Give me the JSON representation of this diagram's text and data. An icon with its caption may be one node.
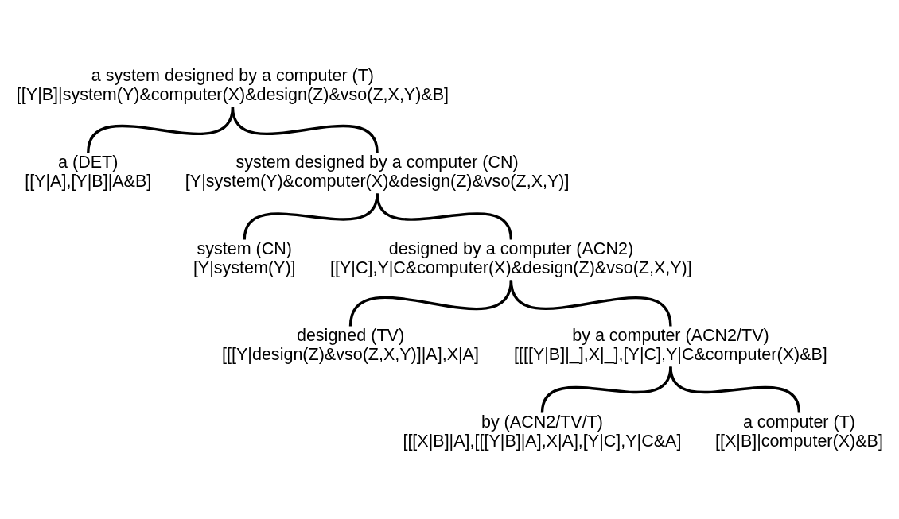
{
  "diagram": {
    "nodes": [
      {
        "text": [
          "a system designed by a computer (T)",
          "[[Y|B]|system(Y)&computer(X)&design(Z)&vso(Z,X,Y)&B]"
        ]
      },
      {
        "text": [
          "a (DET)",
          "[[Y|A],[Y|B]|A&B]"
        ]
      },
      {
        "text": [
          "system designed by a computer (CN)",
          "[Y|system(Y)&computer(X)&design(Z)&vso(Z,X,Y)]"
        ]
      },
      {
        "text": [
          "system (CN)",
          "[Y|system(Y)]"
        ]
      },
      {
        "text": [
          "designed by a computer (ACN2)",
          "[[Y|C],Y|C&computer(X)&design(Z)&vso(Z,X,Y)]"
        ]
      },
      {
        "text": [
          "designed (TV)",
          "[[[Y|design(Z)&vso(Z,X,Y)]|A],X|A]"
        ]
      },
      {
        "text": [
          "by a computer (ACN2/TV)",
          "[[[[Y|B]|_],X|_],[Y|C],Y|C&computer(X)&B]"
        ]
      },
      {
        "text": [
          "by (ACN2/TV/T)",
          "[[[X|B]|A],[[[Y|B]|A],X|A],[Y|C],Y|C&A]"
        ]
      },
      {
        "text": [
          "a computer (T)",
          "[[X|B]|computer(X)&B]"
        ]
      }
    ],
    "edges": [
      {
        "from": 0,
        "to": 1,
        "arrow": "none"
      },
      {
        "from": 0,
        "to": 2,
        "arrow": "none"
      },
      {
        "from": 2,
        "to": 3,
        "arrow": "none"
      },
      {
        "from": 2,
        "to": 4,
        "arrow": "none"
      },
      {
        "from": 4,
        "to": 5,
        "arrow": "none"
      },
      {
        "from": 4,
        "to": 6,
        "arrow": "none"
      },
      {
        "from": 6,
        "to": 7,
        "arrow": "none"
      },
      {
        "from": 6,
        "to": 8,
        "arrow": "none"
      }
    ]
  }
}
